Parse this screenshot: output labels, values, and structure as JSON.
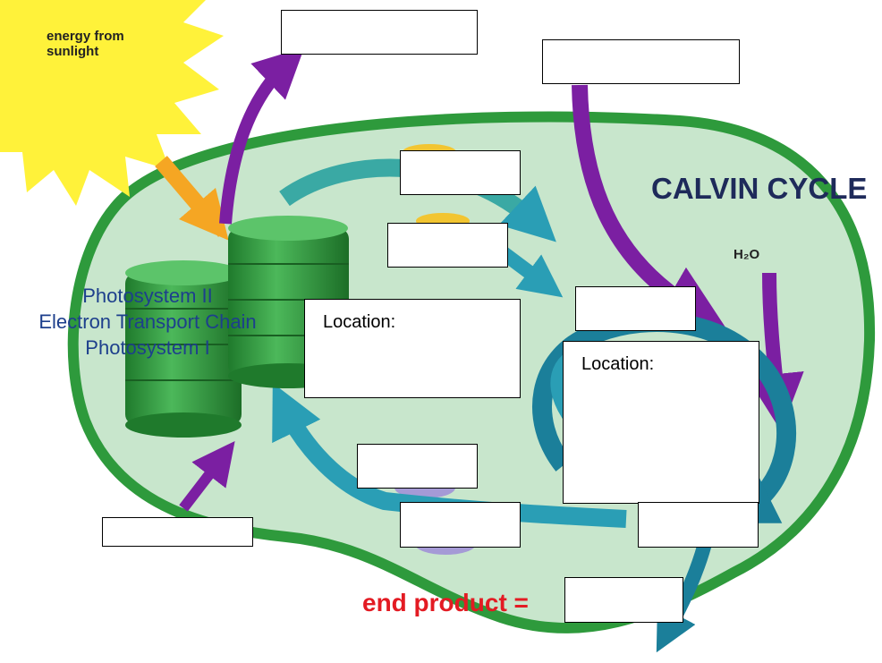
{
  "diagram": {
    "sun_label": "energy from sunlight",
    "sun_label_lines": [
      "energy from",
      "sunlight"
    ],
    "calvin_title": "CALVIN CYCLE",
    "water_label": "H₂O",
    "photosystem_labels": [
      "Photosystem II",
      "Electron Transport Chain",
      "Photosystem I"
    ],
    "end_product_label": "end product =",
    "location_label": "Location:",
    "answer_boxes": [
      {
        "id": "top-oxygen",
        "text": ""
      },
      {
        "id": "top-right-co2",
        "text": ""
      },
      {
        "id": "upper-carrier-1",
        "text": ""
      },
      {
        "id": "upper-carrier-2",
        "text": ""
      },
      {
        "id": "calvin-input",
        "text": ""
      },
      {
        "id": "lower-carrier-1",
        "text": ""
      },
      {
        "id": "lower-carrier-2",
        "text": ""
      },
      {
        "id": "lower-right",
        "text": ""
      },
      {
        "id": "bottom-left-water",
        "text": ""
      },
      {
        "id": "end-product",
        "text": ""
      }
    ]
  },
  "colors": {
    "chloroplast_fill": "#c8e6cc",
    "chloroplast_border": "#2e9a3c",
    "sun_yellow": "#fff23a",
    "sun_arrow": "#f5a623",
    "purple_arrow": "#7b1fa2",
    "teal_arrow": "#2a9eb5",
    "end_product_red": "#e31b23",
    "calvin_text": "#1e2a5a",
    "photosystem_text": "#1d3f8c"
  }
}
